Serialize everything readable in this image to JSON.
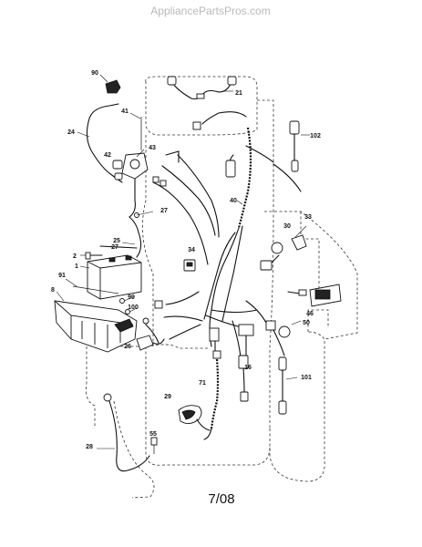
{
  "watermark": "AppliancePartsPros.com",
  "date_code": "7/08",
  "callouts": [
    "90",
    "21",
    "41",
    "24",
    "43",
    "42",
    "102",
    "27",
    "40",
    "33",
    "30",
    "25",
    "2",
    "34",
    "1",
    "91",
    "8",
    "99",
    "100",
    "46",
    "50",
    "26",
    "16",
    "101",
    "71",
    "29",
    "28",
    "55"
  ]
}
